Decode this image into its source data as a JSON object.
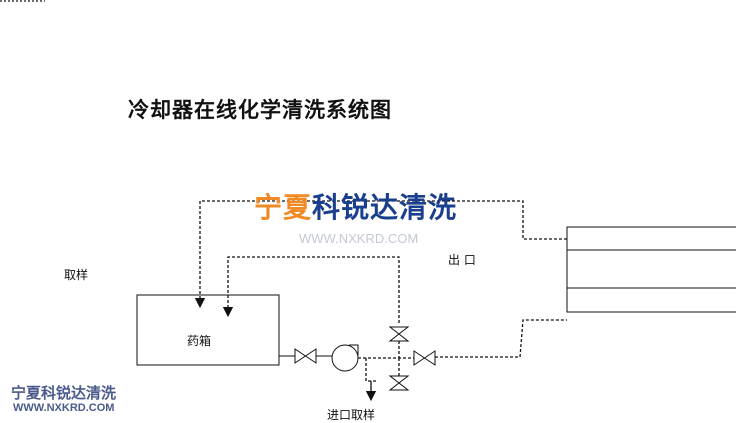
{
  "title": "冷却器在线化学清洗系统图",
  "labels": {
    "sampling": "取样",
    "tank": "药箱",
    "outlet": "出 口",
    "inlet_sampling": "进口取样"
  },
  "watermark": {
    "brand_orange": "宁夏",
    "brand_blue": "科锐达清洗",
    "url": "WWW.NXKRD.COM"
  },
  "logo": {
    "brand": "宁夏科锐达清洗",
    "url": "WWW.NXKRD.COM"
  },
  "colors": {
    "line": "#111111",
    "brand_orange": "#f08a24",
    "brand_blue": "#1a3f8f",
    "logo": "#4b5b8c"
  }
}
